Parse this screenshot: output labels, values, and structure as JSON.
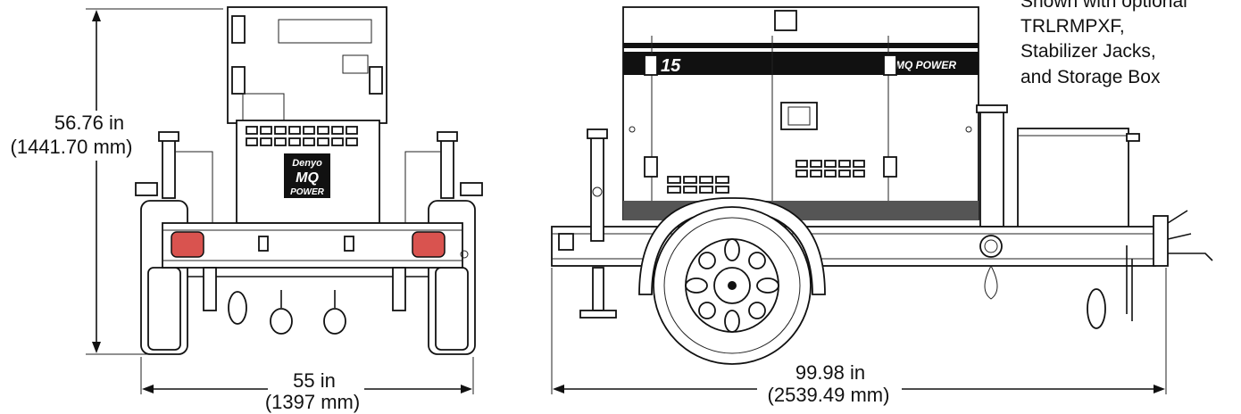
{
  "front_view": {
    "height_dimension": {
      "imperial": "56.76 in",
      "metric": "(1441.70 mm)"
    },
    "width_dimension": {
      "imperial": "55 in",
      "metric": "(1397 mm)"
    },
    "brand_badge": {
      "line1": "Denyo",
      "line2": "MQ",
      "line3": "POWER"
    }
  },
  "side_view": {
    "length_dimension": {
      "imperial": "99.98 in",
      "metric": "(2539.49 mm)"
    },
    "model_number": "15",
    "brand_logo": "MQ POWER",
    "note_lines": [
      "Shown with optional",
      "TRLRMPXF,",
      "Stabilizer Jacks,",
      "and Storage Box"
    ]
  },
  "colors": {
    "line": "#111111",
    "taillight": "#d9534f",
    "accent_band": "#111111",
    "background": "#ffffff"
  }
}
